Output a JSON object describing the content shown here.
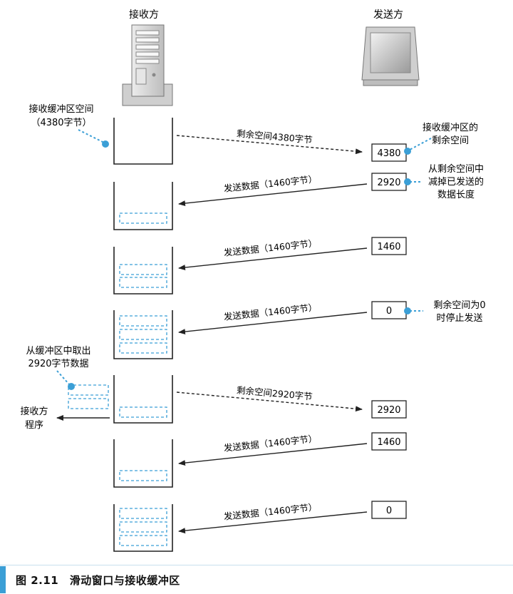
{
  "receiver": {
    "title": "接收方"
  },
  "sender": {
    "title": "发送方"
  },
  "notes": {
    "buffer_space_1": "接收缓冲区空间",
    "buffer_space_2": "（4380字节）",
    "remaining_1": "接收缓冲区的",
    "remaining_2": "剩余空间",
    "subtract_1": "从剩余空间中",
    "subtract_2": "减掉已发送的",
    "subtract_3": "数据长度",
    "zero_1": "剩余空间为0",
    "zero_2": "时停止发送",
    "take_1": "从缓冲区中取出",
    "take_2": "2920字节数据",
    "app_1": "接收方",
    "app_2": "程序"
  },
  "rows": [
    {
      "arrow_label": "剩余空间4380字节",
      "window_value": "4380"
    },
    {
      "arrow_label": "发送数据（1460字节）",
      "window_value": "2920"
    },
    {
      "arrow_label": "发送数据（1460字节）",
      "window_value": "1460"
    },
    {
      "arrow_label": "发送数据（1460字节）",
      "window_value": "0"
    },
    {
      "arrow_label": "剩余空间2920字节",
      "window_value": "2920"
    },
    {
      "arrow_label": "发送数据（1460字节）",
      "window_value": "1460"
    },
    {
      "arrow_label": "发送数据（1460字节）",
      "window_value": "0"
    }
  ],
  "caption": {
    "text": "图 2.11　滑动窗口与接收缓冲区"
  },
  "colors": {
    "accent": "#3b9fd6",
    "stroke": "#222222",
    "dashed_box": "#3b9fd6"
  }
}
